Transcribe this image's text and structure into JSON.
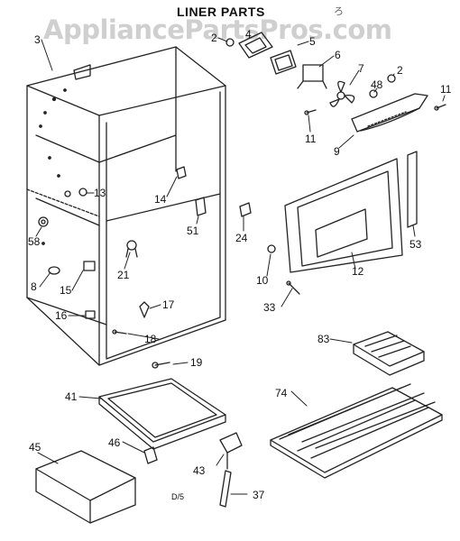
{
  "watermark": "AppliancePartsPros.com",
  "title": "LINER PARTS",
  "top_right_mark": "ろ",
  "diagram_code": "D/5",
  "callouts": [
    "3",
    "2",
    "4",
    "5",
    "6",
    "7",
    "48",
    "2",
    "11",
    "11",
    "9",
    "13",
    "14",
    "51",
    "24",
    "58",
    "21",
    "10",
    "12",
    "53",
    "8",
    "15",
    "17",
    "16",
    "18",
    "33",
    "19",
    "83",
    "41",
    "74",
    "45",
    "46",
    "43",
    "37"
  ]
}
